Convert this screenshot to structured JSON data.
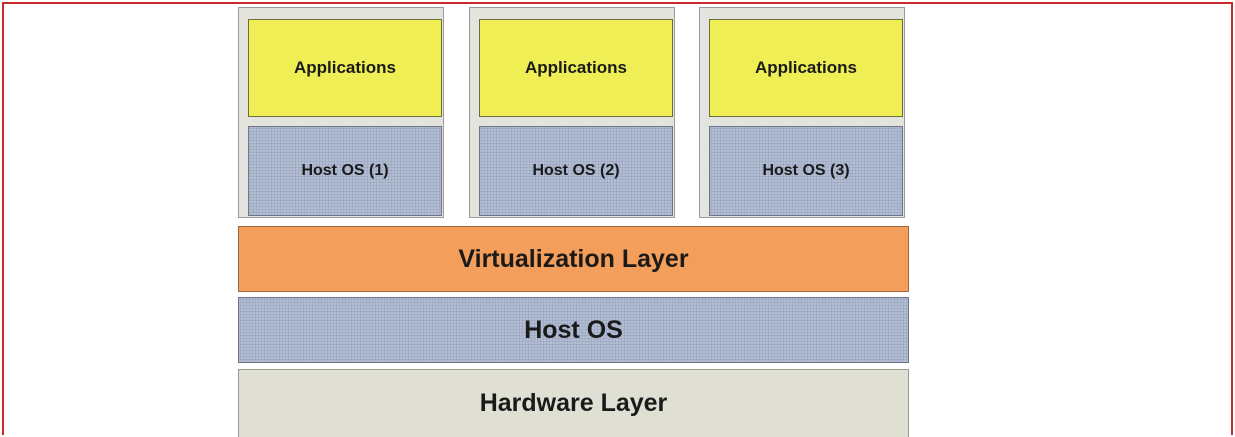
{
  "diagram": {
    "vms": [
      {
        "applications": "Applications",
        "host_os": "Host OS (1)"
      },
      {
        "applications": "Applications",
        "host_os": "Host OS (2)"
      },
      {
        "applications": "Applications",
        "host_os": "Host OS (3)"
      }
    ],
    "virtualization_layer": "Virtualization Layer",
    "host_os": "Host OS",
    "hardware_layer": "Hardware Layer"
  },
  "colors": {
    "frame_border": "#cc2a2a",
    "applications": "#efee55",
    "os_blue": "#b2bdd3",
    "virtualization": "#f39e5a",
    "hardware": "#dfe0d3",
    "vm_container": "#e4e4de"
  }
}
